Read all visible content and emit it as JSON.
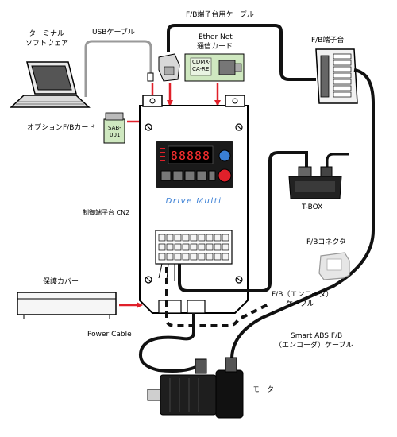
{
  "labels": {
    "terminal_line1": "ターミナル",
    "terminal_line2": "ソフトウェア",
    "usb_cable": "USBケーブル",
    "fb_terminal_cable": "F/B端子台用ケーブル",
    "fb_terminal_block": "F/B端子台",
    "ethernet_line1": "Ether Net",
    "ethernet_line2": "通信カード",
    "card_text_line1": "CDMX-",
    "card_text_line2": "CA-RE",
    "option_card": "オプションF/Bカード",
    "option_card_text_line1": "SAB-",
    "option_card_text_line2": "001",
    "control_terminal": "制御端子台 CN2",
    "brand": "Drive Multi",
    "tbox": "T-BOX",
    "fb_connector": "F/Bコネクタ",
    "protective_cover": "保護カバー",
    "fb_encoder_cable_line1": "F/B（エンコーダ）",
    "fb_encoder_cable_line2": "ケーブル",
    "power_cable": "Power Cable",
    "smart_abs_line1": "Smart ABS F/B",
    "smart_abs_line2": "（エンコーダ）ケーブル",
    "motor": "モータ"
  },
  "colors": {
    "arrow": "#e0202a",
    "cable": "#111111",
    "usb_cable": "#9a9a9a",
    "card_green": "#cfe8c0",
    "drive_body": "#ffffff",
    "panel": "#1a1a1a",
    "brand_blue": "#3a7fd5"
  }
}
